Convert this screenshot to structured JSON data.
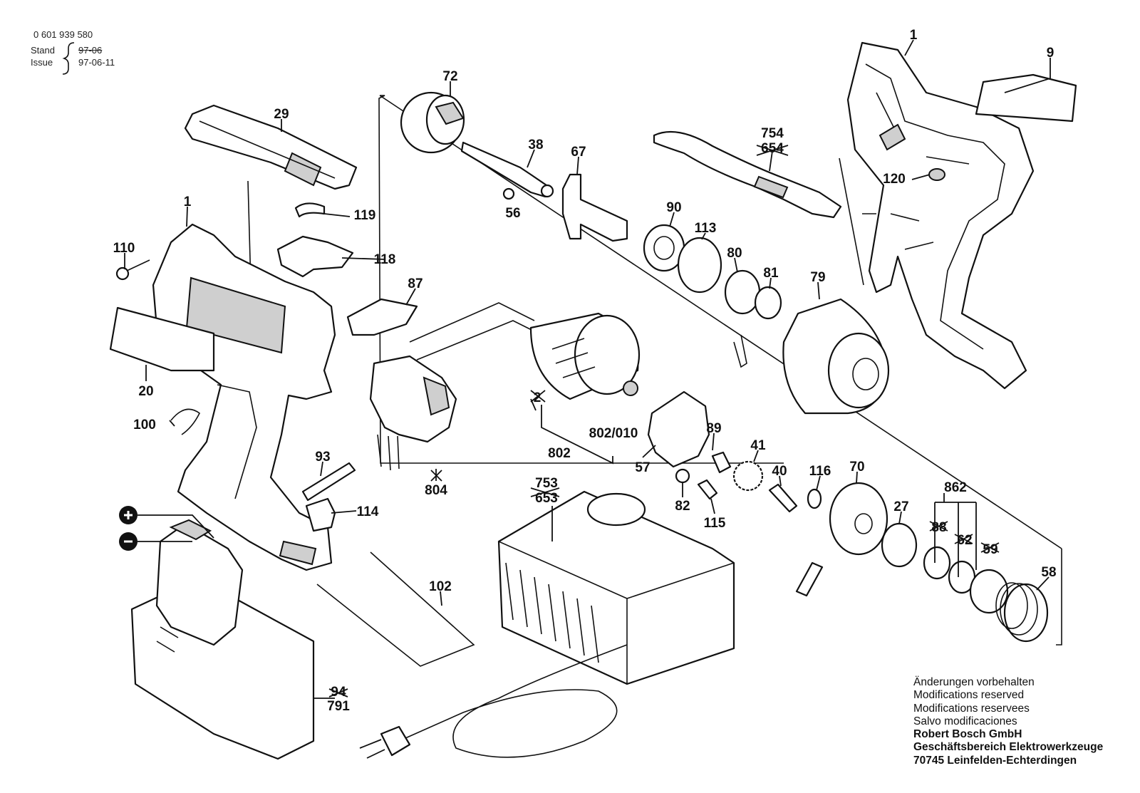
{
  "header": {
    "part_number": "0 601 939 580",
    "stand_label": "Stand",
    "stand_value": "97-06",
    "issue_label": "Issue",
    "issue_value": "97-06-11"
  },
  "labels": {
    "l1a": "1",
    "l9": "9",
    "l72": "72",
    "l29": "29",
    "l38": "38",
    "l67": "67",
    "l56": "56",
    "l754": "754",
    "l654": "654",
    "l120": "120",
    "l1b": "1",
    "l119": "119",
    "l110": "110",
    "l118": "118",
    "l90": "90",
    "l113": "113",
    "l80": "80",
    "l81": "81",
    "l79": "79",
    "l87": "87",
    "l20": "20",
    "l2": "2",
    "l802_010": "802/010",
    "l89": "89",
    "l41": "41",
    "l100": "100",
    "l802": "802",
    "l57": "57",
    "l40": "40",
    "l116": "116",
    "l70": "70",
    "l862": "862",
    "l93": "93",
    "l804": "804",
    "l753": "753",
    "l653": "653",
    "l82": "82",
    "l114": "114",
    "l27": "27",
    "l115": "115",
    "l88": "88",
    "l62": "62",
    "l59": "59",
    "l58": "58",
    "l102": "102",
    "l94": "94",
    "l791": "791"
  },
  "notes": {
    "line1": "Änderungen vorbehalten",
    "line2": "Modifications reserved",
    "line3": "Modifications reservees",
    "line4": "Salvo modificaciones",
    "line5": "Robert Bosch GmbH",
    "line6": "Geschäftsbereich Elektrowerkzeuge",
    "line7": "70745 Leinfelden-Echterdingen"
  }
}
